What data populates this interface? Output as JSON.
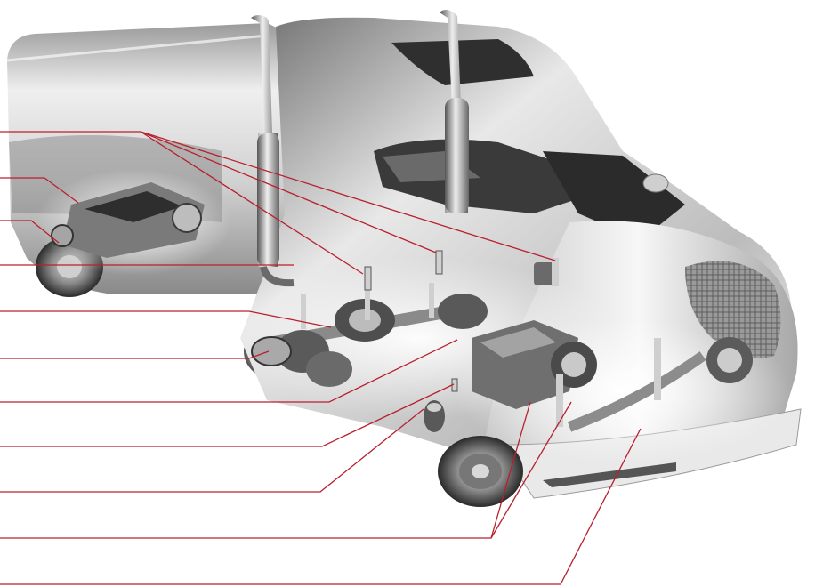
{
  "figure": {
    "subject": "semi-truck-cutaway",
    "colors": {
      "leader": "#b8202e",
      "background": "#ffffff",
      "body_light": "#f2f2f2",
      "body_mid": "#bdbdbd",
      "body_dark": "#5a5a5a",
      "metal": "#d8d8d8",
      "shadow": "#2e2e2e"
    },
    "callouts": [
      {
        "id": "callout-1"
      },
      {
        "id": "callout-2"
      },
      {
        "id": "callout-3"
      },
      {
        "id": "callout-4"
      },
      {
        "id": "callout-5"
      },
      {
        "id": "callout-6"
      },
      {
        "id": "callout-7"
      },
      {
        "id": "callout-8"
      },
      {
        "id": "callout-9"
      },
      {
        "id": "callout-10"
      },
      {
        "id": "callout-11"
      }
    ]
  }
}
